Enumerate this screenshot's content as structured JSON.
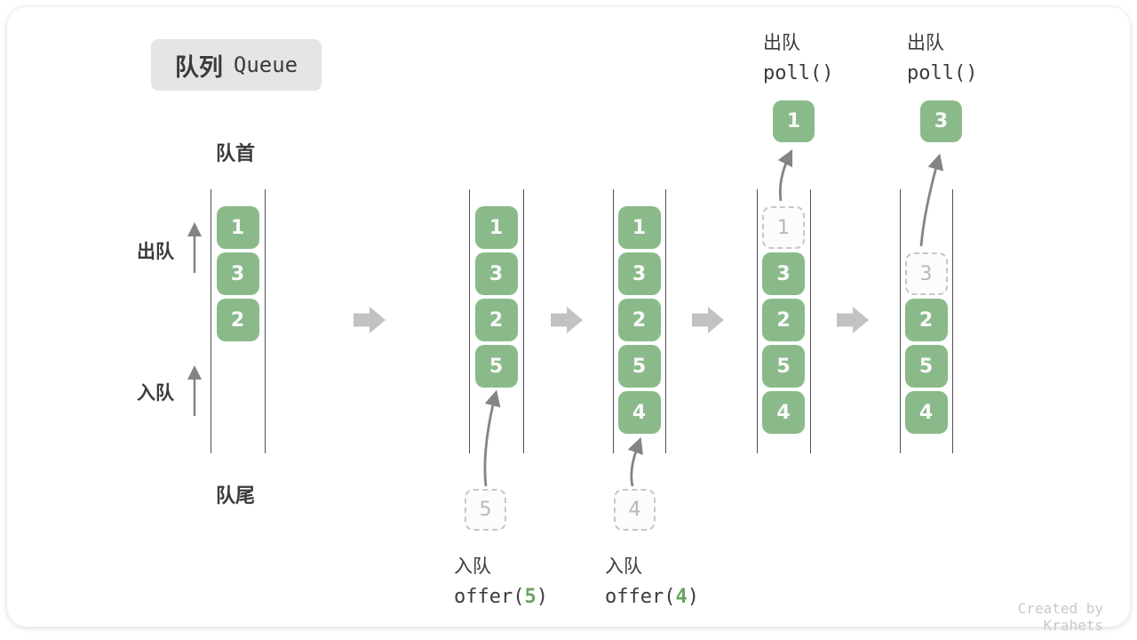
{
  "title": {
    "zh": "队列",
    "en": "Queue"
  },
  "labels": {
    "front": "队首",
    "rear": "队尾",
    "dequeue": "出队",
    "enqueue": "入队"
  },
  "colors": {
    "box_green": "#8aba8a",
    "box_text": "#fafafa",
    "code_green": "#67a45f",
    "dashed_border": "#c7c7c7",
    "dashed_text": "#b8b8b8",
    "arrow_gray": "#c2c2c2",
    "thin_arrow": "#848484",
    "text_dark": "#3b3b3b",
    "title_bg": "#e5e5e5"
  },
  "queues": [
    {
      "name": "state-1",
      "slots": [
        {
          "value": "1",
          "style": "solid"
        },
        {
          "value": "3",
          "style": "solid"
        },
        {
          "value": "2",
          "style": "solid"
        }
      ]
    },
    {
      "name": "state-2-after-offer-5",
      "slots": [
        {
          "value": "1",
          "style": "solid"
        },
        {
          "value": "3",
          "style": "solid"
        },
        {
          "value": "2",
          "style": "solid"
        },
        {
          "value": "5",
          "style": "solid"
        }
      ],
      "incoming": {
        "value": "5"
      }
    },
    {
      "name": "state-3-after-offer-4",
      "slots": [
        {
          "value": "1",
          "style": "solid"
        },
        {
          "value": "3",
          "style": "solid"
        },
        {
          "value": "2",
          "style": "solid"
        },
        {
          "value": "5",
          "style": "solid"
        },
        {
          "value": "4",
          "style": "solid"
        }
      ],
      "incoming": {
        "value": "4"
      }
    },
    {
      "name": "state-4-after-poll-1",
      "slots": [
        {
          "value": "1",
          "style": "dashed"
        },
        {
          "value": "3",
          "style": "solid"
        },
        {
          "value": "2",
          "style": "solid"
        },
        {
          "value": "5",
          "style": "solid"
        },
        {
          "value": "4",
          "style": "solid"
        }
      ],
      "outgoing": {
        "value": "1"
      }
    },
    {
      "name": "state-5-after-poll-3",
      "slots": [
        {
          "value": "",
          "style": "empty"
        },
        {
          "value": "3",
          "style": "dashed"
        },
        {
          "value": "2",
          "style": "solid"
        },
        {
          "value": "5",
          "style": "solid"
        },
        {
          "value": "4",
          "style": "solid"
        }
      ],
      "outgoing": {
        "value": "3"
      }
    }
  ],
  "operations": {
    "enqueue_5": {
      "label": "入队",
      "code_before": "offer(",
      "code_arg": "5",
      "code_after": ")"
    },
    "enqueue_4": {
      "label": "入队",
      "code_before": "offer(",
      "code_arg": "4",
      "code_after": ")"
    },
    "poll_1": {
      "label": "出队",
      "code": "poll()"
    },
    "poll_2": {
      "label": "出队",
      "code": "poll()"
    }
  },
  "watermark": "Created by Krahets"
}
